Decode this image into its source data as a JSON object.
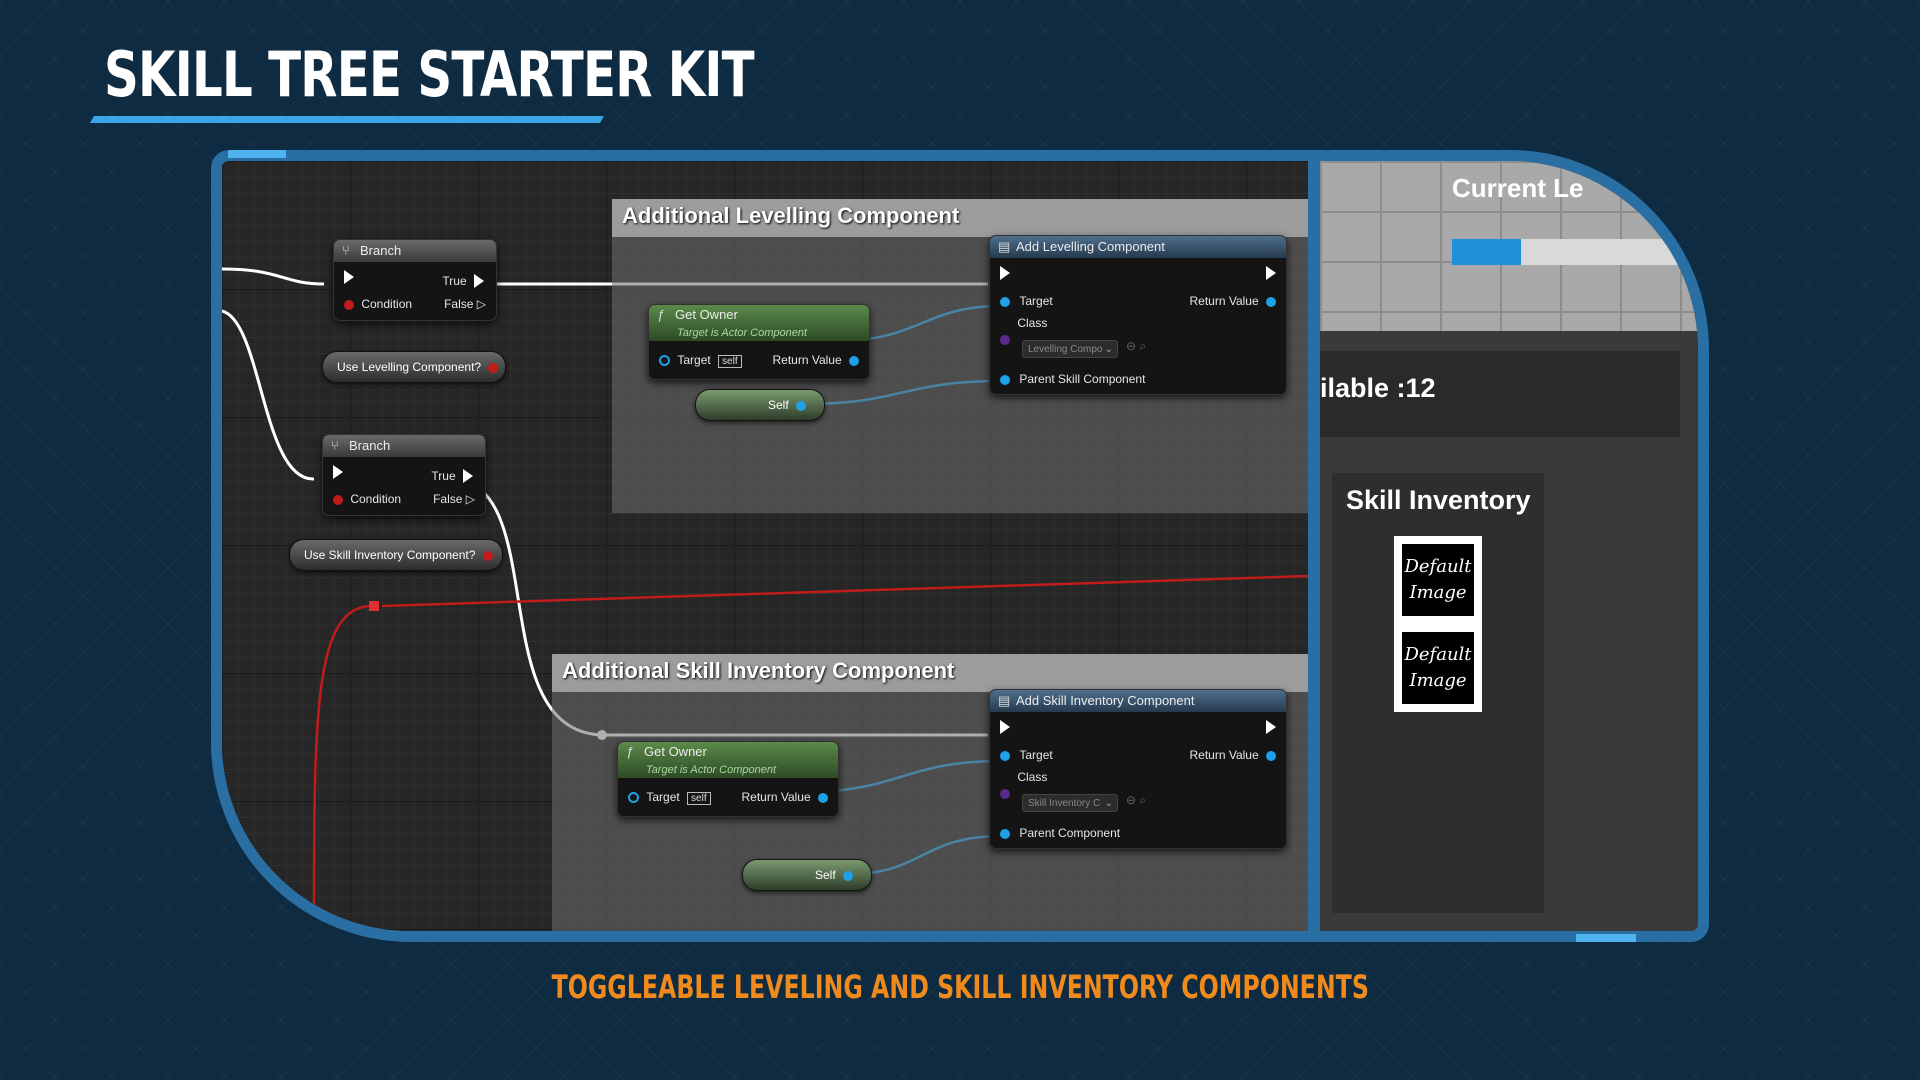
{
  "header": {
    "title": "SKILL TREE STARTER KIT"
  },
  "footer": {
    "subtitle": "TOGGLEABLE LEVELING AND SKILL INVENTORY COMPONENTS"
  },
  "colors": {
    "background": "#0e2b42",
    "accent": "#3aa6e8",
    "subtitle": "#f08a1c",
    "frame": "#2a6fa3"
  },
  "graph": {
    "branch_nodes": [
      {
        "title": "Branch",
        "true_label": "True",
        "false_label": "False",
        "condition_label": "Condition"
      },
      {
        "title": "Branch",
        "true_label": "True",
        "false_label": "False",
        "condition_label": "Condition"
      }
    ],
    "variables": {
      "use_levelling": "Use Levelling Component?",
      "use_inventory": "Use Skill Inventory Component?"
    },
    "comments": {
      "levelling": "Additional Levelling Component",
      "inventory": "Additional Skill Inventory Component"
    },
    "get_owner": {
      "title": "Get Owner",
      "subtitle": "Target is Actor Component",
      "target_label": "Target",
      "self_tag": "self",
      "return_label": "Return Value"
    },
    "self_label": "Self",
    "add_levelling": {
      "title": "Add Levelling Component",
      "target_label": "Target",
      "return_label": "Return Value",
      "class_label": "Class",
      "class_value": "Levelling Compo",
      "parent_label": "Parent Skill Component"
    },
    "add_inventory": {
      "title": "Add Skill Inventory Component",
      "target_label": "Target",
      "return_label": "Return Value",
      "class_label": "Class",
      "class_value": "Skill Inventory C",
      "parent_label": "Parent Component"
    }
  },
  "preview": {
    "current_level": "Current Le",
    "level_progress": 0.3,
    "available": "ilable :12",
    "inventory_title": "Skill Inventory",
    "slots": [
      "Default Image",
      "Default Image"
    ]
  }
}
